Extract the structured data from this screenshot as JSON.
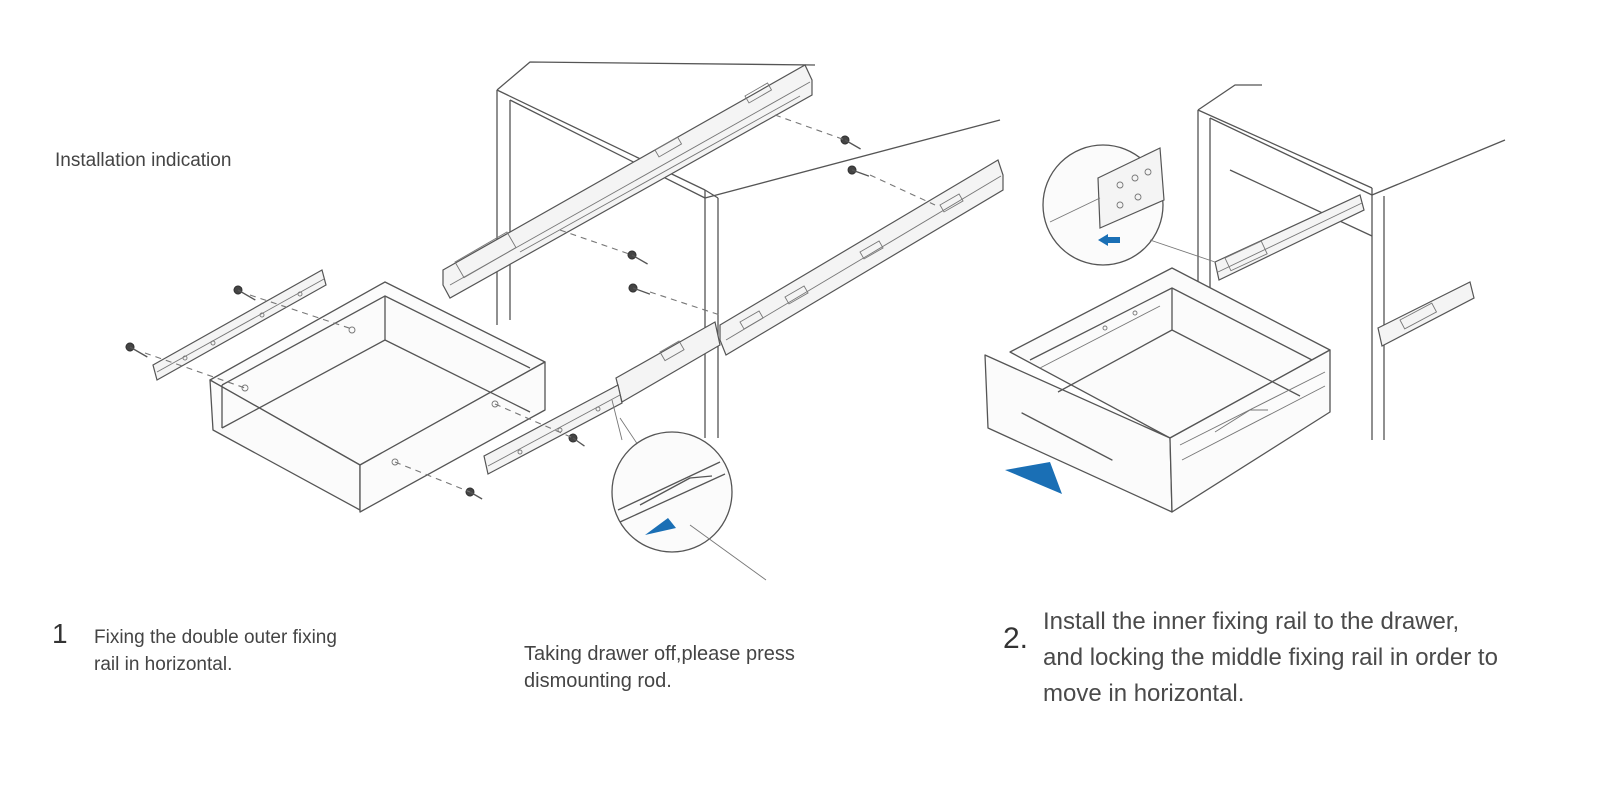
{
  "title": "Installation indication",
  "steps": [
    {
      "number": "1",
      "lines": [
        "Fixing the double outer fixing",
        "rail in horizontal."
      ]
    },
    {
      "number": "2.",
      "lines": [
        "Install the inner fixing rail to the drawer,",
        "and locking the middle fixing rail in order to",
        "move in horizontal."
      ]
    }
  ],
  "removal_note": {
    "lines": [
      "Taking drawer off,please press",
      "dismounting rod."
    ]
  },
  "colors": {
    "arrow": "#1a6fb5",
    "line": "#555555"
  }
}
